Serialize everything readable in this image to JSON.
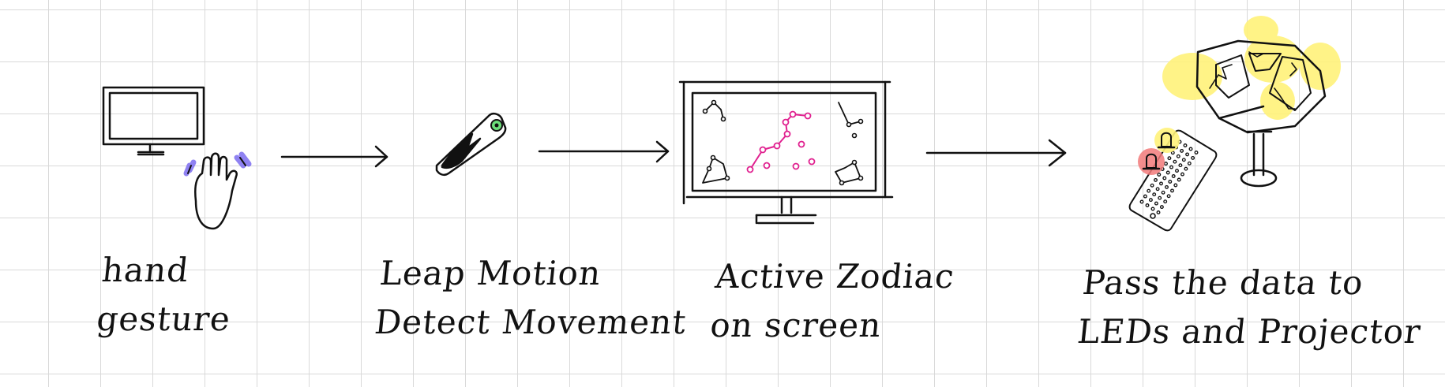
{
  "steps": [
    {
      "line1": "hand",
      "line2": "gesture"
    },
    {
      "line1": "Leap Motion",
      "line2": "Detect Movement"
    },
    {
      "line1": "Active Zodiac",
      "line2": "on screen"
    },
    {
      "line1": "Pass the data to",
      "line2": "LEDs and Projector"
    }
  ],
  "colors": {
    "ink": "#111111",
    "gesture_highlight": "#7b6cf0",
    "sensor_light": "#6de07a",
    "zodiac_constellation": "#e0208f",
    "glow": "#fff27a",
    "led_red": "#f27a7a"
  },
  "icons": [
    "monitor-icon",
    "hand-icon",
    "leap-motion-icon",
    "zodiac-monitor-icon",
    "breadboard-icon",
    "led-icon",
    "projector-dome-icon",
    "arrow-icon"
  ]
}
